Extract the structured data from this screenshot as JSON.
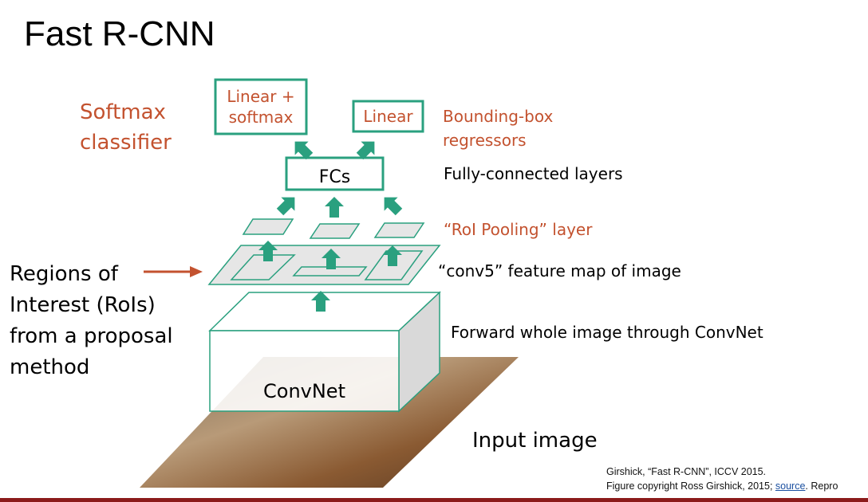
{
  "title": "Fast R-CNN",
  "colors": {
    "accent_green": "#2aa07f",
    "label_red": "#c3522f",
    "footer_bar": "#8b1a1a"
  },
  "left_labels": {
    "softmax": [
      "Softmax",
      "classifier"
    ],
    "rois": [
      "Regions of",
      "Interest (RoIs)",
      "from a proposal",
      "method"
    ]
  },
  "boxes": {
    "linear_softmax": [
      "Linear +",
      "softmax"
    ],
    "linear": "Linear",
    "fcs": "FCs",
    "convnet": "ConvNet"
  },
  "right_labels": {
    "bbox": [
      "Bounding-box",
      "regressors"
    ],
    "fc_layers": "Fully-connected layers",
    "roi_pooling": "“RoI Pooling” layer",
    "conv5": "“conv5” feature map of image",
    "forward": "Forward whole image through ConvNet",
    "input": "Input image"
  },
  "citation": {
    "line1": "Girshick, “Fast R-CNN”, ICCV 2015.",
    "line2_pre": "Figure copyright Ross Girshick, 2015; ",
    "link": "source",
    "line2_post": ". Repro"
  }
}
